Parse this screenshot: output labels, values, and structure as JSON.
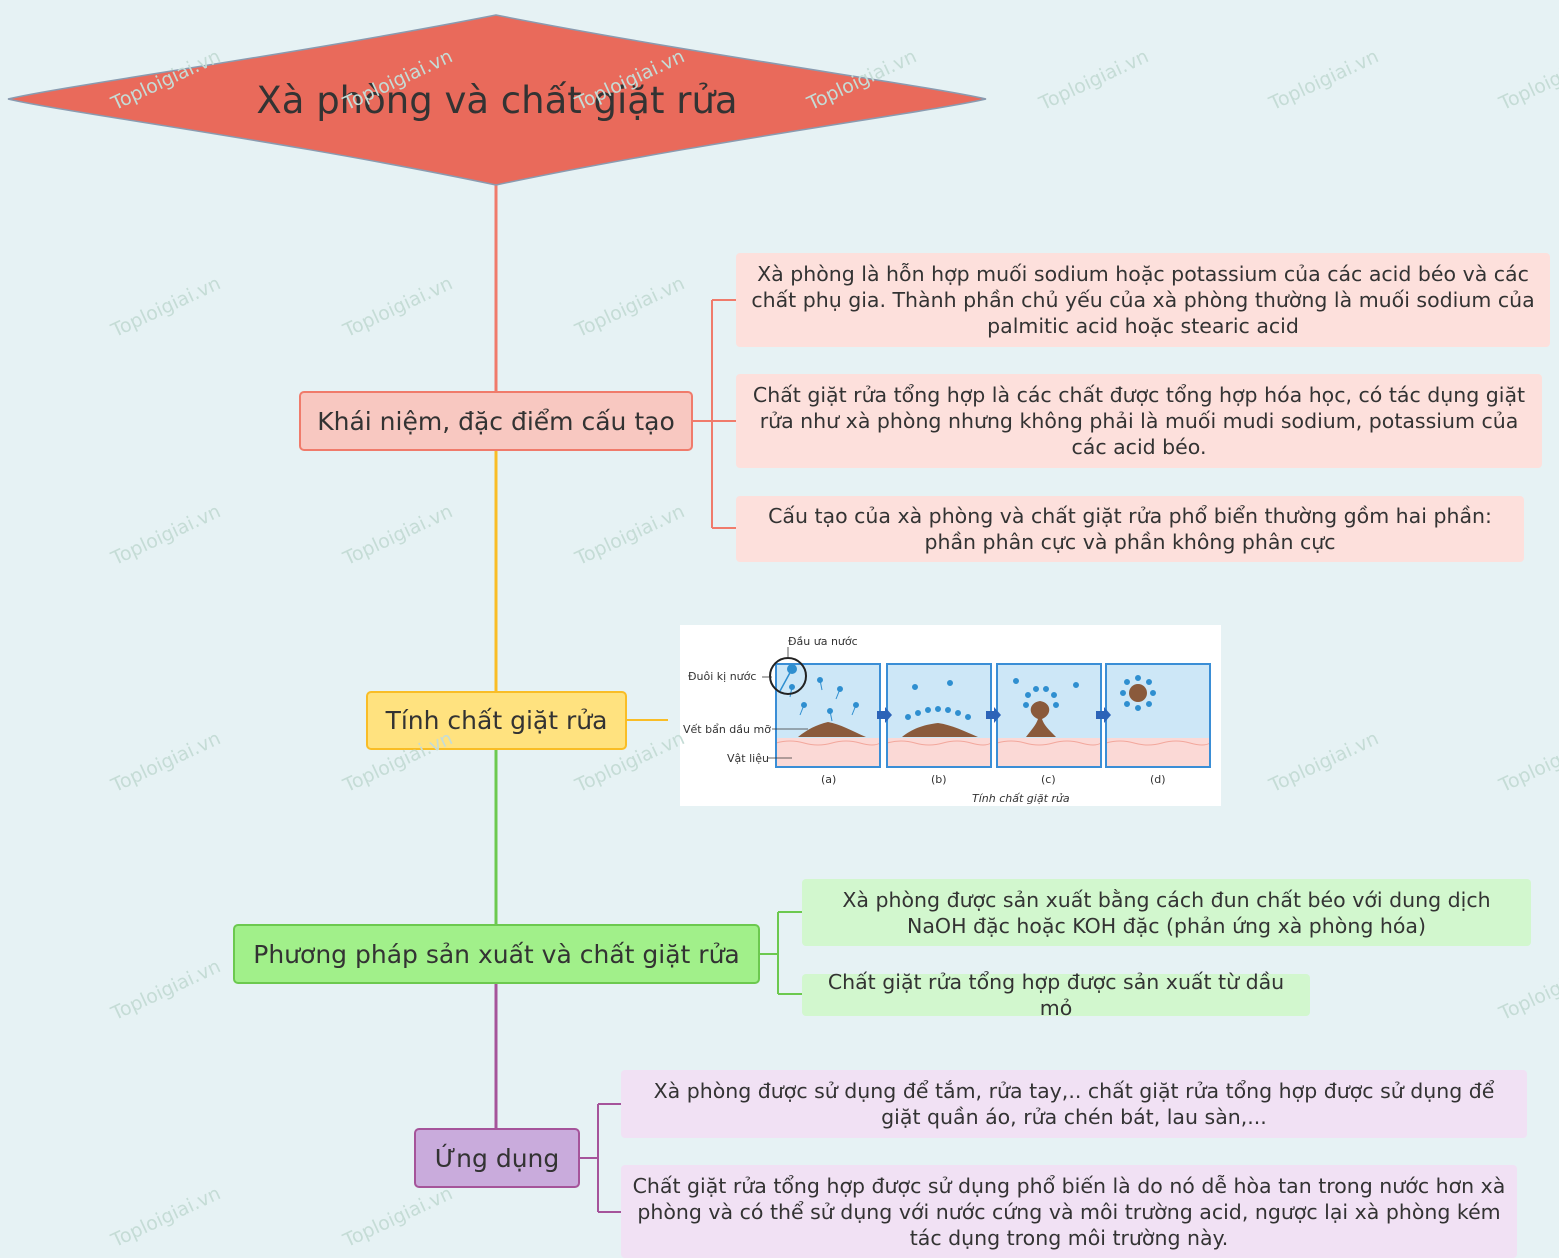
{
  "root": {
    "title": "Xà phòng và chất giặt rửa",
    "color": "#e96a5b"
  },
  "branches": [
    {
      "title": "Khái niệm, đặc điểm cấu tạo",
      "color": "#f07b6b",
      "fill": "#f8c8c1",
      "leaves": [
        "Xà phòng là hỗn hợp muối sodium hoặc potassium của các acid béo và các chất phụ gia. Thành phần chủ yếu của xà phòng thường là muối sodium của palmitic acid hoặc stearic acid",
        "Chất giặt rửa tổng hợp là các chất được tổng hợp hóa học, có tác dụng giặt rửa như xà phòng nhưng không phải là muối mudi sodium, potassium của các acid béo.",
        "Cấu tạo của xà phòng và chất giặt rửa phổ biển thường gồm hai phần: phần phân cực và phần không phân cực"
      ]
    },
    {
      "title": "Tính chất giặt rửa",
      "color": "#f9bd26",
      "fill": "#ffe27f",
      "figure": {
        "labels": {
          "head": "Đầu ưa nước",
          "tail": "Đuôi kị nước",
          "stain": "Vết bẩn dầu mỡ",
          "material": "Vật liệu"
        },
        "panels": [
          "(a)",
          "(b)",
          "(c)",
          "(d)"
        ],
        "caption": "Tính chất giặt rửa"
      }
    },
    {
      "title": "Phương pháp sản xuất và chất giặt rửa",
      "color": "#6cc94f",
      "fill": "#a1f08a",
      "leaves": [
        "Xà phòng được sản xuất bằng cách đun chất béo với dung dịch NaOH đặc hoặc KOH đặc (phản ứng xà phòng hóa)",
        "Chất giặt rửa tổng hợp được sản xuất từ dầu mỏ"
      ]
    },
    {
      "title": "Ứng dụng",
      "color": "#a5549a",
      "fill": "#c9abdc",
      "leaves": [
        "Xà phòng được sử dụng để tắm, rửa tay,.. chất giặt rửa tổng hợp được sử dụng để giặt quần áo, rửa chén bát, lau sàn,...",
        "Chất giặt rửa tổng hợp được sử dụng phổ biến là do nó dễ hòa tan trong nước hơn xà phòng và có thể sử dụng với nước cứng và môi trường acid, ngược lại xà phòng kém tác dụng trong môi trường này."
      ]
    }
  ],
  "watermark": "Toploigiai.vn"
}
